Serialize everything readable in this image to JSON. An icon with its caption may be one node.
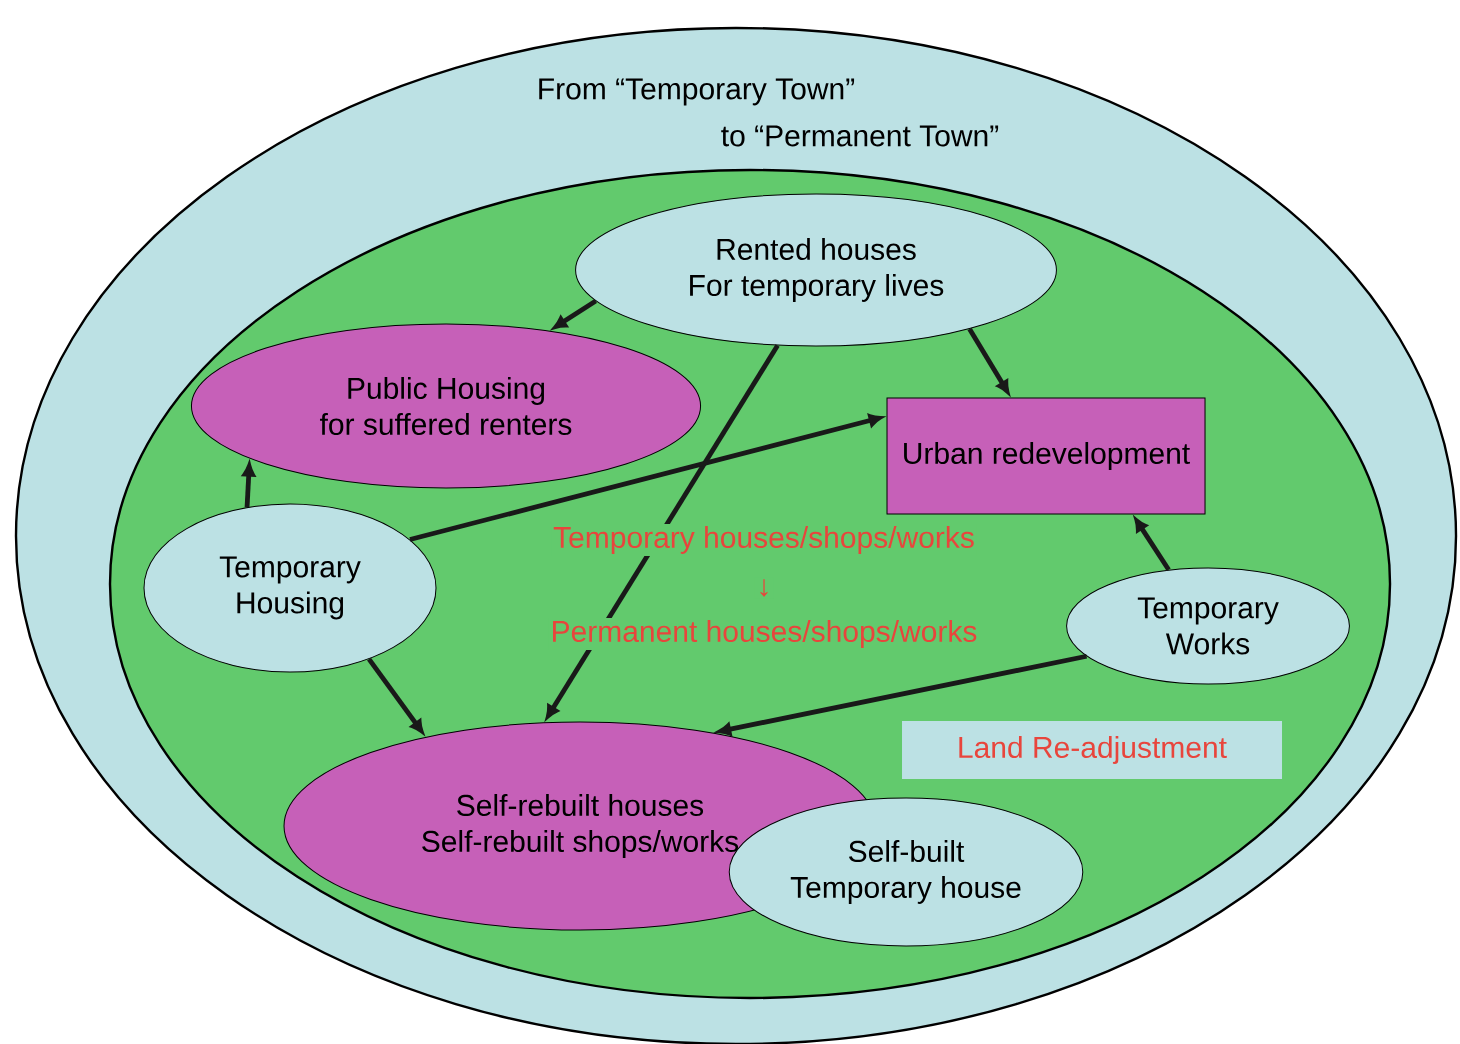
{
  "diagram": {
    "nodes": [
      {
        "text": [
          "From “Temporary Town”",
          "to “Permanent Town”"
        ]
      },
      {
        "text": [],
        "shape": "circle",
        "in": 0
      },
      {
        "text": [
          "Rented houses",
          "For temporary lives"
        ],
        "in": 1
      },
      {
        "text": [
          "Public Housing",
          "for suffered renters"
        ],
        "in": 1
      },
      {
        "text": [
          "Urban redevelopment"
        ],
        "in": 1
      },
      {
        "text": [
          "Temporary Housing"
        ],
        "in": 1
      },
      {
        "text": [
          "Temporary Works"
        ],
        "in": 1
      },
      {
        "text": [
          "Land Re-adjustment"
        ],
        "in": 1
      },
      {
        "text": [
          "Self-rebuilt houses",
          "Self-rebuilt shops/works"
        ],
        "in": 1
      },
      {
        "text": [
          "Self-built Temporary house"
        ],
        "in": 1
      }
    ],
    "edges": [
      {
        "from": 2,
        "to": 3,
        "arrow": "to"
      },
      {
        "from": 2,
        "to": 4,
        "arrow": "to"
      },
      {
        "from": 2,
        "to": 8,
        "arrow": "to"
      },
      {
        "from": 5,
        "to": 3,
        "arrow": "to"
      },
      {
        "from": 5,
        "to": 4,
        "arrow": "to"
      },
      {
        "from": 5,
        "to": 8,
        "arrow": "to"
      },
      {
        "from": 6,
        "to": 4,
        "arrow": "to"
      },
      {
        "from": 6,
        "to": 8,
        "arrow": "to"
      }
    ],
    "labels": [
      "Temporary houses/shops/works",
      "↓",
      "Permanent houses/shops/works"
    ]
  }
}
